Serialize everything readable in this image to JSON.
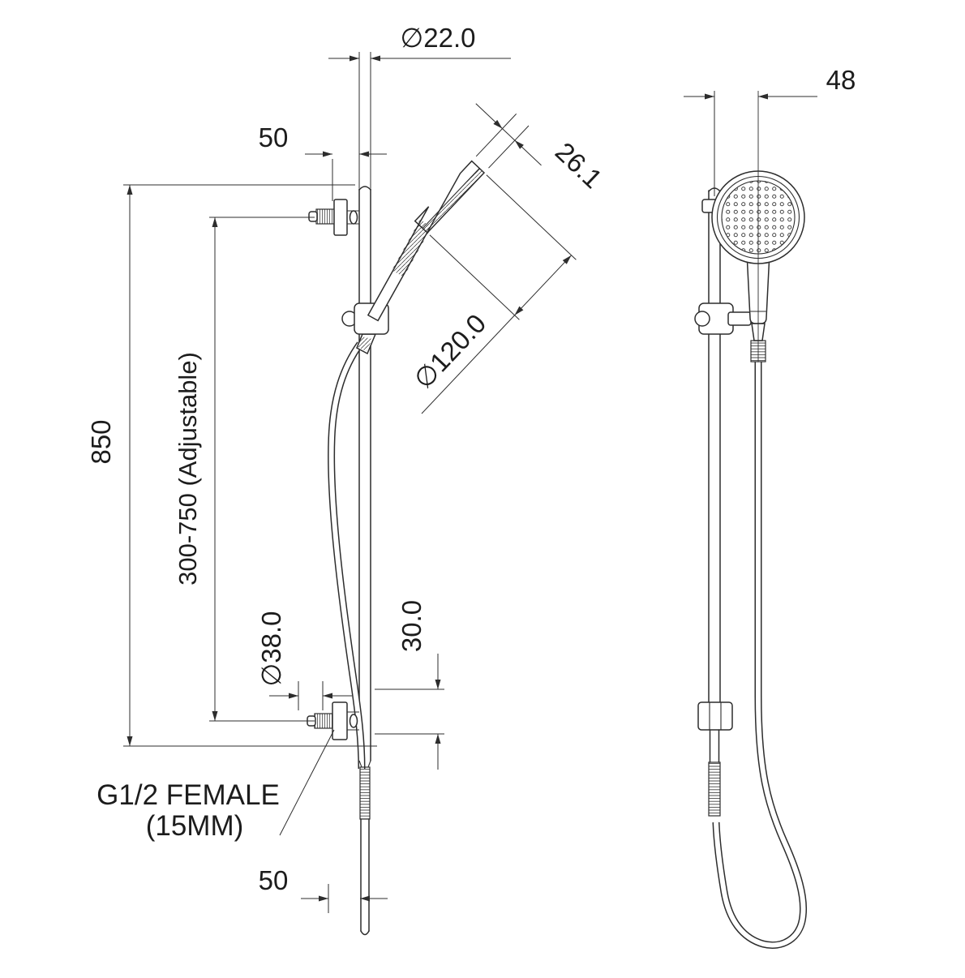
{
  "drawing": {
    "title": "Shower rail with hand shower - dimensioned technical drawing, side and front views",
    "colors": {
      "line": "#2d2d2d",
      "background": "#ffffff"
    },
    "labels": {
      "rail_diameter": "∅22.0",
      "wall_offset_top": "50",
      "head_thickness": "26.1",
      "head_diameter": "∅120.0",
      "overall_height": "850",
      "adjustable_range": "300-750 (Adjustable)",
      "flange_diameter": "∅38.0",
      "bracket_offset": "30.0",
      "inlet_line1": "G1/2 FEMALE",
      "inlet_line2": "(15MM)",
      "wall_offset_bottom": "50",
      "head_offset_front": "48"
    }
  }
}
